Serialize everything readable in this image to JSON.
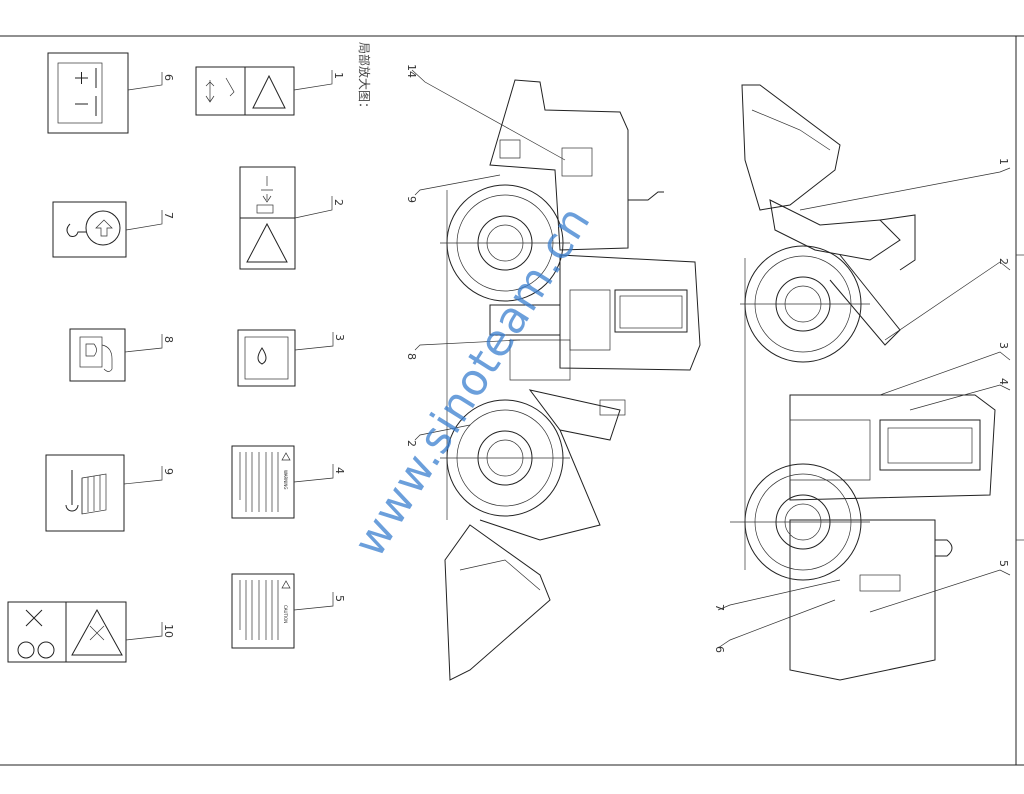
{
  "caption": "局部放大图：",
  "watermark": "www.sinoteam.cn",
  "decal_numbers": [
    "1",
    "2",
    "3",
    "4",
    "5",
    "6",
    "7",
    "8",
    "9",
    "10"
  ],
  "left_view_callouts": [
    "14",
    "9",
    "8",
    "2"
  ],
  "right_view_callouts": [
    "1",
    "2",
    "3",
    "4",
    "5",
    "7",
    "6"
  ],
  "warning_label_title": "WARNING",
  "caution_label_title": "CAUTION"
}
